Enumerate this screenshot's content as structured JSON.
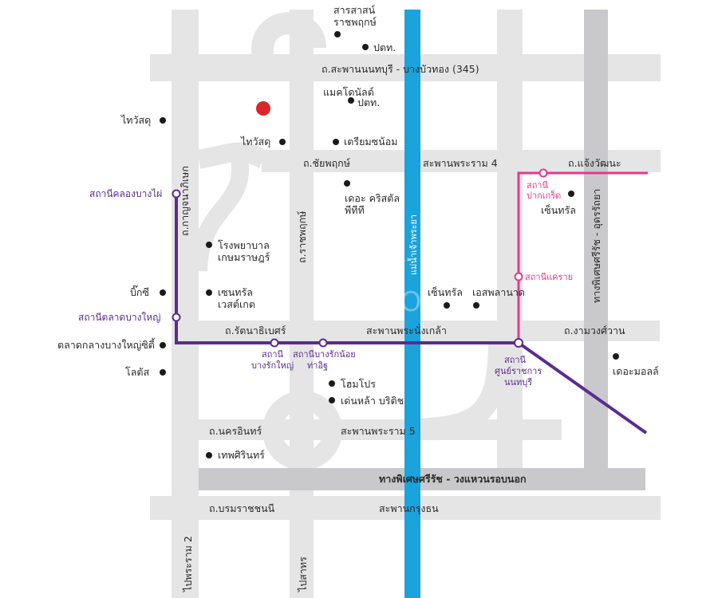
{
  "roads": {
    "sapan_nonthaburi": "ถ.สะพานนนทบุรี - บางบัวทอง (345)",
    "chaiyaphruek": "ถ.ชัยพฤกษ์",
    "saphan_rama4": "สะพานพระราม 4",
    "chaengwattana": "ถ.แจ้งวัฒนะ",
    "kanchanaphisek": "ถ.กาญจนาภิเษก",
    "ratchaphruek": "ถ.ราชพฤกษ์",
    "chao_phraya": "แม่น้ำเจ้าพระยา",
    "tiwanon_udon": "ทางพิเศษศรีรัช - อุดรรัถยา",
    "rattanathibet": "ถ.รัตนาธิเบศร์",
    "saphan_nangklao": "สะพานพระนั่งเกล้า",
    "ngamwongwan": "ถ.งามวงศ์วาน",
    "nakhon_in": "ถ.นครอินทร์",
    "saphan_rama5": "สะพานพระราม 5",
    "outer_ring": "ทางพิเศษศรีรัช - วงแหวนรอบนอก",
    "borommaratchachonnani": "ถ.บรมราชชนนี",
    "saphan_krungthon": "สะพานกรุงธน",
    "to_rama2": "ไปพระราม 2",
    "to_sathon": "ไปสาทร"
  },
  "places": {
    "sarasas_1": "สารสาสน์",
    "sarasas_2": "ราชพฤกษ์",
    "ptt_top": "ปตท.",
    "mcdonald_1": "แมคโดนัลด์",
    "mcdonald_2": "ปตท.",
    "thaiwatsadu_left": "ไทวัสดุ",
    "thaiwatsadu_mid": "ไทวัสดุ",
    "triam_nom": "เตรียมซน้อม",
    "crystal_1": "เดอะ คริสตัล",
    "crystal_2": "พีทีที",
    "hospital_1": "โรงพยาบาล",
    "hospital_2": "เกษมราษฎร์",
    "central_west_1": "เซนทรัล",
    "central_west_2": "เวสต์เกต",
    "bigc": "บิ๊กซี",
    "talad_bangyai": "ตลาดกลางบางใหญ่ซิตี้",
    "lotus": "โลตัส",
    "homepro": "โฮมโปร",
    "dentalla": "เด่นหล้า บริติช",
    "thep_srin": "เทพศิรินทร์",
    "central_pakkret": "เซ็นทรัล",
    "central_east": "เซ็นทรัล",
    "esplanade": "เอสพลานาด",
    "the_mall": "เดอะมอลล์"
  },
  "stations": {
    "khlong_bang_phai": "สถานีคลองบางไผ่",
    "talad_bang_yai": "สถานีตลาดบางใหญ่",
    "bang_rak_yai_1": "สถานี",
    "bang_rak_yai_2": "บางรักใหญ่",
    "bang_rak_noi_1": "สถานีบางรักน้อย",
    "bang_rak_noi_2": "ท่าอิฐ",
    "nonthaburi_center_1": "สถานี",
    "nonthaburi_center_2": "ศูนย์ราชการ",
    "nonthaburi_center_3": "นนทบุรี",
    "pak_kret_1": "สถานี",
    "pak_kret_2": "ปากเกร็ด",
    "khae_rai": "สถานีแคราย"
  },
  "watermark": "T O W N",
  "colors": {
    "purple_line": "#5b2d8e",
    "pink_line": "#e6388f",
    "river": "#1aa3dc",
    "road": "#e5e5e6",
    "expressway": "#c9c9cb",
    "project_marker": "#d9262b"
  }
}
